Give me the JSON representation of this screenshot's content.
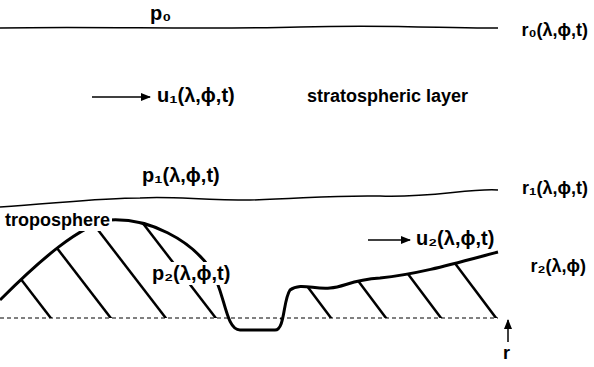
{
  "diagram": {
    "labels": [
      "p₀",
      "r₀(λ,ϕ,t)",
      "u₁(λ,ϕ,t)",
      "stratospheric layer",
      "p₁(λ,ϕ,t)",
      "r₁(λ,ϕ,t)",
      "troposphere",
      "p₂(λ,ϕ,t)",
      "u₂(λ,ϕ,t)",
      "r₂(λ,ϕ)",
      "r"
    ]
  }
}
